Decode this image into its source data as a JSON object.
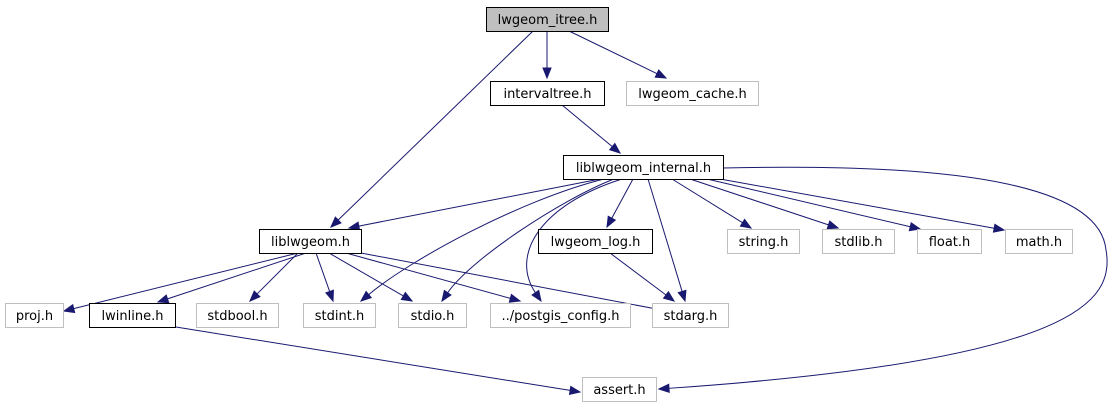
{
  "nodes": [
    {
      "id": "lwgeom_itree",
      "label": "lwgeom_itree.h",
      "style": "root"
    },
    {
      "id": "intervaltree",
      "label": "intervaltree.h",
      "style": "documented"
    },
    {
      "id": "lwgeom_cache",
      "label": "lwgeom_cache.h",
      "style": "external"
    },
    {
      "id": "liblwgeom_internal",
      "label": "liblwgeom_internal.h",
      "style": "documented"
    },
    {
      "id": "liblwgeom",
      "label": "liblwgeom.h",
      "style": "documented"
    },
    {
      "id": "lwgeom_log",
      "label": "lwgeom_log.h",
      "style": "documented"
    },
    {
      "id": "string",
      "label": "string.h",
      "style": "external"
    },
    {
      "id": "stdlib",
      "label": "stdlib.h",
      "style": "external"
    },
    {
      "id": "float",
      "label": "float.h",
      "style": "external"
    },
    {
      "id": "math",
      "label": "math.h",
      "style": "external"
    },
    {
      "id": "proj",
      "label": "proj.h",
      "style": "external"
    },
    {
      "id": "lwinline",
      "label": "lwinline.h",
      "style": "documented"
    },
    {
      "id": "stdbool",
      "label": "stdbool.h",
      "style": "external"
    },
    {
      "id": "stdint",
      "label": "stdint.h",
      "style": "external"
    },
    {
      "id": "stdio",
      "label": "stdio.h",
      "style": "external"
    },
    {
      "id": "postgis_config",
      "label": "../postgis_config.h",
      "style": "external"
    },
    {
      "id": "stdarg",
      "label": "stdarg.h",
      "style": "external"
    },
    {
      "id": "assert",
      "label": "assert.h",
      "style": "external"
    }
  ],
  "edges": [
    {
      "from": "lwgeom_itree",
      "to": "intervaltree"
    },
    {
      "from": "lwgeom_itree",
      "to": "lwgeom_cache"
    },
    {
      "from": "lwgeom_itree",
      "to": "liblwgeom"
    },
    {
      "from": "intervaltree",
      "to": "liblwgeom_internal"
    },
    {
      "from": "liblwgeom_internal",
      "to": "liblwgeom"
    },
    {
      "from": "liblwgeom_internal",
      "to": "lwgeom_log"
    },
    {
      "from": "liblwgeom_internal",
      "to": "string"
    },
    {
      "from": "liblwgeom_internal",
      "to": "stdlib"
    },
    {
      "from": "liblwgeom_internal",
      "to": "float"
    },
    {
      "from": "liblwgeom_internal",
      "to": "math"
    },
    {
      "from": "liblwgeom_internal",
      "to": "stdint"
    },
    {
      "from": "liblwgeom_internal",
      "to": "stdio"
    },
    {
      "from": "liblwgeom_internal",
      "to": "postgis_config"
    },
    {
      "from": "liblwgeom_internal",
      "to": "stdarg"
    },
    {
      "from": "liblwgeom_internal",
      "to": "assert"
    },
    {
      "from": "liblwgeom",
      "to": "proj"
    },
    {
      "from": "liblwgeom",
      "to": "lwinline"
    },
    {
      "from": "liblwgeom",
      "to": "stdbool"
    },
    {
      "from": "liblwgeom",
      "to": "stdint"
    },
    {
      "from": "liblwgeom",
      "to": "stdio"
    },
    {
      "from": "liblwgeom",
      "to": "postgis_config"
    },
    {
      "from": "liblwgeom",
      "to": "stdarg"
    },
    {
      "from": "lwgeom_log",
      "to": "stdarg"
    },
    {
      "from": "lwinline",
      "to": "assert"
    }
  ],
  "colors": {
    "edge": "#191970",
    "root_fill": "#bfbfbf",
    "root_border": "#000000",
    "documented_border": "#000000",
    "external_border": "#bfbfbf",
    "fill": "#ffffff"
  }
}
